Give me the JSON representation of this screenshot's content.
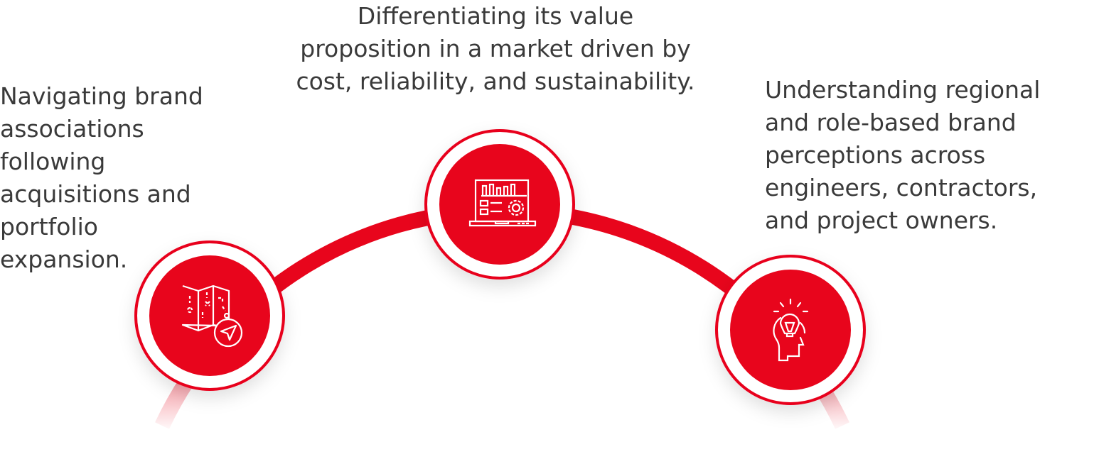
{
  "items": [
    {
      "lines": [
        "Navigating brand",
        "associations",
        "following",
        "acquisitions and",
        "portfolio",
        "expansion."
      ],
      "icon": "map-navigation-icon"
    },
    {
      "lines": [
        "Differentiating its value",
        "proposition in a market driven by",
        "cost, reliability, and sustainability."
      ],
      "icon": "laptop-analytics-icon"
    },
    {
      "lines": [
        "Understanding regional",
        "and role-based brand",
        "perceptions across",
        "engineers, contractors,",
        "and project owners."
      ],
      "icon": "head-lightbulb-icon"
    }
  ],
  "colors": {
    "accent": "#e8051c",
    "text": "#3a3a3a"
  }
}
